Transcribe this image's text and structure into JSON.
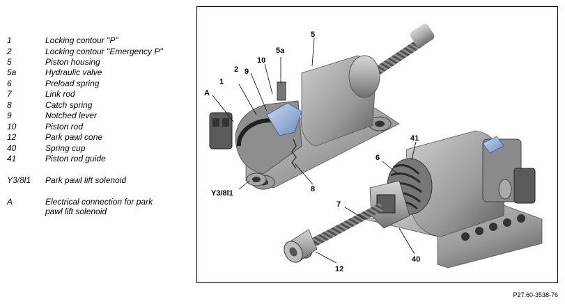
{
  "legend": [
    {
      "key": "1",
      "text": "Locking contour \"P\""
    },
    {
      "key": "2",
      "text": "Locking contour \"Emergency P\""
    },
    {
      "key": "5",
      "text": "Piston housing"
    },
    {
      "key": "5a",
      "text": "Hydraulic valve"
    },
    {
      "key": "6",
      "text": "Preload spring"
    },
    {
      "key": "7",
      "text": "Link rod"
    },
    {
      "key": "8",
      "text": "Catch spring"
    },
    {
      "key": "9",
      "text": "Notched lever"
    },
    {
      "key": "10",
      "text": "Piston rod"
    },
    {
      "key": "12",
      "text": "Park pawl cone"
    },
    {
      "key": "40",
      "text": "Spring cup"
    },
    {
      "key": "41",
      "text": "Piston rod guide"
    },
    {
      "key": "Y3/8l1",
      "text": "Park pawl lift solenoid"
    },
    {
      "key": "A",
      "text": "Electrical connection for park",
      "text2": "pawl lift solenoid"
    }
  ],
  "callouts": {
    "c5": "5",
    "c5a": "5a",
    "c10": "10",
    "c9": "9",
    "c2": "2",
    "c1": "1",
    "cA": "A",
    "cY": "Y3/8l1",
    "c8": "8",
    "c41": "41",
    "c6": "6",
    "c7": "7",
    "c40": "40",
    "c12": "12"
  },
  "reference": "P27.60-3538-76"
}
